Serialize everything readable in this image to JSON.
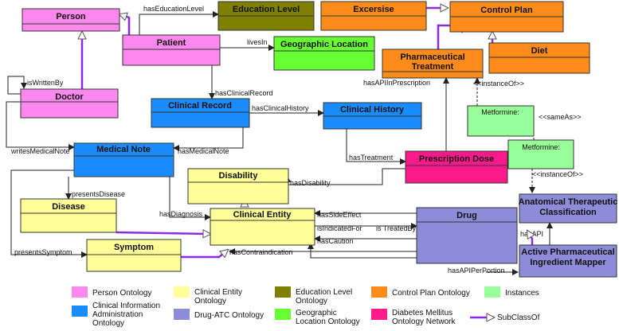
{
  "colors": {
    "person": "#ff88ee",
    "clinical_entity": "#ffff99",
    "education": "#808000",
    "control_plan": "#ff8c1a",
    "instances": "#99ff99",
    "clinical_info": "#1a8cff",
    "drug_atc": "#8c8cd9",
    "geographic": "#66ff33",
    "diabetes": "#ff1a8c",
    "subclass": "#8a2be2"
  },
  "nodes": {
    "person": "Person",
    "patient": "Patient",
    "doctor": "Doctor",
    "education_level": "Education Level",
    "geographic_location": "Geographic Location",
    "excersise": "Excersise",
    "control_plan": "Control Plan",
    "pharma_treatment_line1": "Pharmaceutical",
    "pharma_treatment_line2": "Treatment",
    "diet": "Diet",
    "clinical_record": "Clinical Record",
    "clinical_history": "Clinical History",
    "medical_note": "Medical Note",
    "metformine_1": "Metformine:",
    "metformine_2": "Metformine:",
    "prescription_dose": "Prescription Dose",
    "disability": "Disability",
    "disease": "Disease",
    "clinical_entity": "Clinical Entity",
    "drug": "Drug",
    "symptom": "Symptom",
    "atc_line1": "Anatomical Therapeutic",
    "atc_line2": "Classification",
    "apim_line1": "Active Pharmaceutical",
    "apim_line2": "Ingredient Mapper"
  },
  "edges": {
    "has_education_level": "hasEducationLevel",
    "lives_in": "livesIn",
    "is_written_by": "isWrittenBy",
    "has_clinical_record": "hasClinicalRecord",
    "has_clinical_history": "hasClinicalHistory",
    "has_api_in_prescription": "hasAPIInPrescription",
    "instance_of_1": "<<instanceOf>>",
    "same_as": "<<sameAs>>",
    "instance_of_2": "<<instanceOf>>",
    "writes_medical_note": "writesMedicalNote",
    "has_medical_note": "hasMedicalNote",
    "has_treatment": "hasTreatment",
    "has_disability": "hasDisability",
    "presents_disease": "presentsDisease",
    "has_diagnosis": "hasDiagnosis",
    "has_side_effect": "hasSideEffect",
    "is_indicated_for": "isIndicatedFor",
    "is_treated_by": "is TreatedBy",
    "has_caution": "hasCaution",
    "has_api": "hasAPI",
    "presents_symptom": "presentsSymptom",
    "has_contraindication": "hasContraindication",
    "has_api_per_portion": "hasAPIPerPortion"
  },
  "legend": {
    "person": "Person Ontology",
    "clinical_entity_line1": "Clinical Entity",
    "clinical_entity_line2": "Ontology",
    "education_line1": "Education Level",
    "education_line2": "Ontology",
    "control_plan": "Control Plan Ontology",
    "instances": "Instances",
    "clinical_info_line1": "Clinical Information",
    "clinical_info_line2": "Administration",
    "clinical_info_line3": "Ontology",
    "drug_atc": "Drug-ATC Ontology",
    "geographic_line1": "Geographic",
    "geographic_line2": "Location Ontology",
    "diabetes_line1": "Diabetes Mellitus",
    "diabetes_line2": "Ontology Network",
    "subclass": "SubClassOf"
  }
}
